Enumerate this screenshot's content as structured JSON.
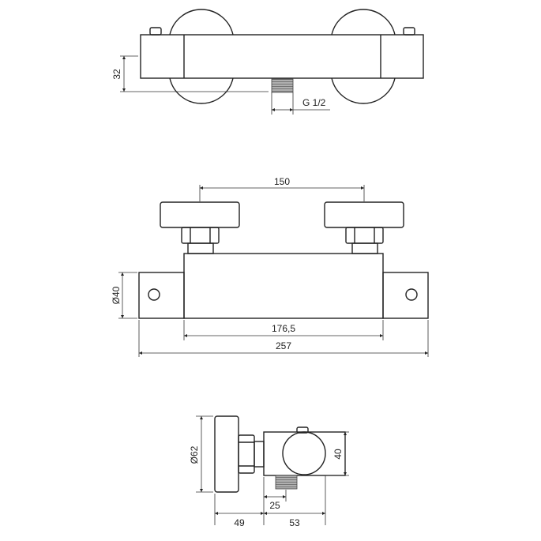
{
  "drawing": {
    "views": {
      "top": {
        "dimensions": {
          "height": "32",
          "outlet": "G 1/2"
        }
      },
      "front": {
        "dimensions": {
          "inlet_spacing": "150",
          "body_diameter": "Ø40",
          "body_length": "176,5",
          "overall_length": "257"
        }
      },
      "side": {
        "dimensions": {
          "flange_diameter": "Ø62",
          "body_height": "40",
          "outlet_offset": "25",
          "wall_to_body": "49",
          "body_depth": "53"
        }
      }
    }
  }
}
